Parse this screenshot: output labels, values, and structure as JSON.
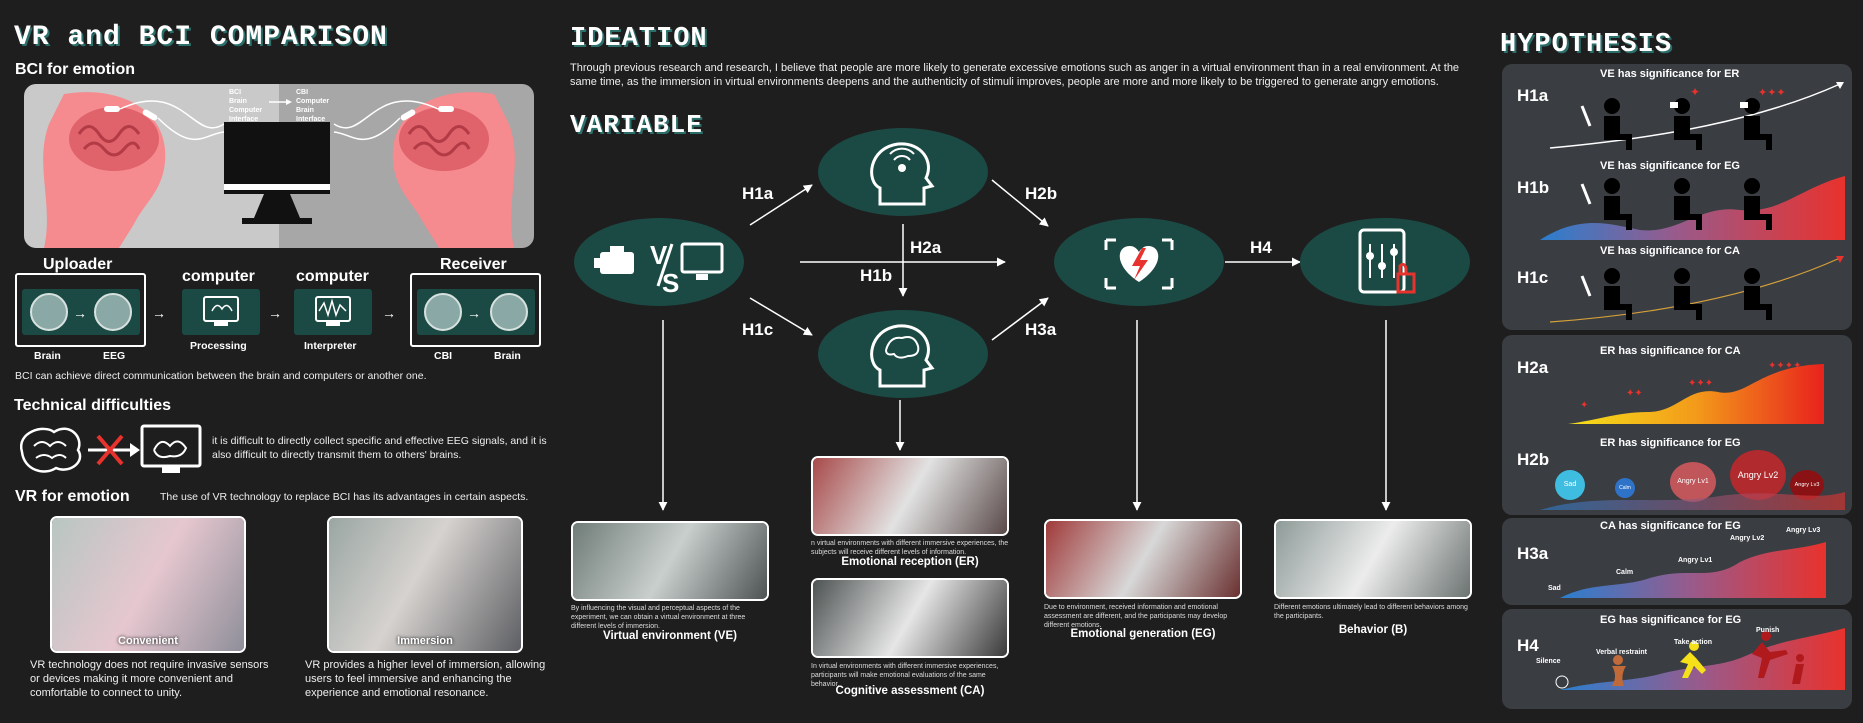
{
  "left": {
    "title": "VR and BCI COMPARISON",
    "bci_heading": "BCI for emotion",
    "bci_labels": {
      "left": "BCI\nBrain\nComputer\nInterface",
      "right": "CBI\nComputer\nBrain\nInterface"
    },
    "flow": {
      "uploader": "Uploader",
      "computer1": "computer",
      "computer2": "computer",
      "receiver": "Receiver",
      "brain1": "Brain",
      "eeg": "EEG",
      "processing": "Processing",
      "interpreter": "Interpreter",
      "cbi": "CBI",
      "brain2": "Brain"
    },
    "bci_desc": "BCI can achieve direct communication between the brain and computers or another one.",
    "tech_heading": "Technical difficulties",
    "tech_desc": "it  is difficult to directly collect specific and effective EEG signals, and it is also difficult to directly transmit them to others' brains.",
    "vr_heading": "VR for emotion",
    "vr_sub": "The use of VR technology to replace BCI has its advantages in certain aspects.",
    "photo1_caption": "Convenient",
    "photo2_caption": "Immersion",
    "vr_desc1": "VR technology does not require invasive sensors or devices making it more convenient and comfortable to connect to unity.",
    "vr_desc2": "VR provides a higher level of immersion, allowing users to feel immersive and enhancing the experience and emotional resonance."
  },
  "middle": {
    "ideation_title": "IDEATION",
    "ideation_text": "Through previous research and research, I believe that people are more likely to generate excessive emotions such as anger in a virtual environment than in a real environment. At the same time, as the immersion in virtual environments deepens and the authenticity of stimuli improves, people are more and more likely to be triggered to generate angry emotions.",
    "variable_title": "VARIABLE",
    "arrows": {
      "h1a": "H1a",
      "h1b": "H1b",
      "h1c": "H1c",
      "h2a": "H2a",
      "h2b": "H2b",
      "h3a": "H3a",
      "h4": "H4"
    },
    "ve": {
      "desc": "By influencing the visual and perceptual aspects of the experiment, we can obtain a virtual environment at three different levels of immersion.",
      "caption": "Virtual environment (VE)"
    },
    "er": {
      "desc": "n virtual environments with different immersive experiences, the subjects will receive different levels of information.",
      "caption": "Emotional reception (ER)"
    },
    "ca": {
      "desc": "In virtual environments with different immersive experiences, participants will make emotional evaluations of the same behavior.",
      "caption": "Cognitive assessment (CA)"
    },
    "eg": {
      "desc": "Due to environment, received information and emotional assessment are different, and the participants may develop different emotions.",
      "caption": "Emotional generation (EG)"
    },
    "b": {
      "desc": "Different emotions ultimately lead to different behaviors among the participants.",
      "caption": "Behavior (B)"
    }
  },
  "right": {
    "title": "HYPOTHESIS",
    "h1a": {
      "label": "H1a",
      "title": "VE has significance for ER"
    },
    "h1b": {
      "label": "H1b",
      "title": "VE has significance for EG"
    },
    "h1c": {
      "label": "H1c",
      "title": "VE has significance for CA"
    },
    "h2a": {
      "label": "H2a",
      "title": "ER has significance for CA"
    },
    "h2b": {
      "label": "H2b",
      "title": "ER has significance for EG",
      "bubbles": [
        "Sad",
        "Calm",
        "Angry Lv1",
        "Angry Lv2",
        "Angry Lv3"
      ]
    },
    "h3a": {
      "label": "H3a",
      "title": "CA has significance for EG",
      "levels": [
        "Sad",
        "Calm",
        "Angry Lv1",
        "Angry Lv2",
        "Angry Lv3"
      ]
    },
    "h4": {
      "label": "H4",
      "title": "EG has significance for EG",
      "stages": [
        "Silence",
        "Verbal restraint",
        "Take action",
        "Punish"
      ]
    }
  },
  "colors": {
    "background": "#1e1e1e",
    "teal": "#1b4a45",
    "panel": "#3a3d42",
    "accent_red": "#e8322d",
    "brain_pink": "#f58a8f"
  }
}
